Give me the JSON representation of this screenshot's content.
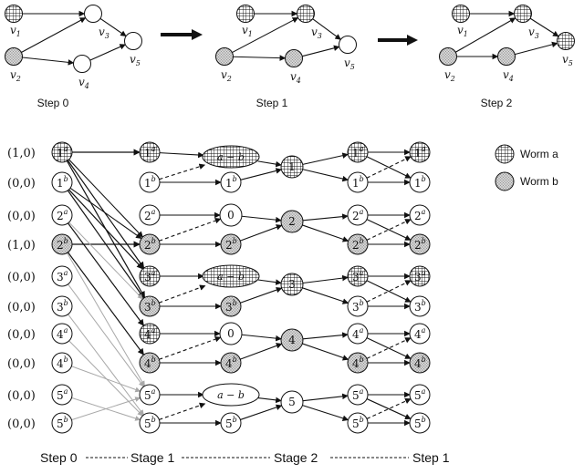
{
  "top": {
    "captions": [
      "Step 0",
      "Step 1",
      "Step 2"
    ],
    "node_labels": [
      {
        "base": "v",
        "sub": "1"
      },
      {
        "base": "v",
        "sub": "2"
      },
      {
        "base": "v",
        "sub": "3"
      },
      {
        "base": "v",
        "sub": "4"
      },
      {
        "base": "v",
        "sub": "5"
      }
    ]
  },
  "legend": {
    "worm_a": "Worm a",
    "worm_b": "Worm b"
  },
  "pairs": [
    "(1,0)",
    "(0,0)",
    "(0,0)",
    "(1,0)",
    "(0,0)",
    "(0,0)",
    "(0,0)",
    "(0,0)",
    "(0,0)",
    "(0,0)"
  ],
  "node_ids": [
    "1",
    "1",
    "2",
    "2",
    "3",
    "3",
    "4",
    "4",
    "5",
    "5"
  ],
  "worm_sup": [
    "a",
    "b",
    "a",
    "b",
    "a",
    "b",
    "a",
    "b",
    "a",
    "b"
  ],
  "stage1_ops": [
    "a − b",
    "0",
    "a − b",
    "0",
    "a − b"
  ],
  "stage2_ids": [
    "1",
    "2",
    "3",
    "4",
    "5"
  ],
  "bottom_labels": {
    "step0": "Step 0",
    "stage1": "Stage 1",
    "stage2": "Stage 2",
    "step1": "Step 1"
  },
  "colors": {
    "line": "#111111",
    "gray_edge": "#a8a8a8",
    "fill_worm": "#d6d6d6"
  }
}
